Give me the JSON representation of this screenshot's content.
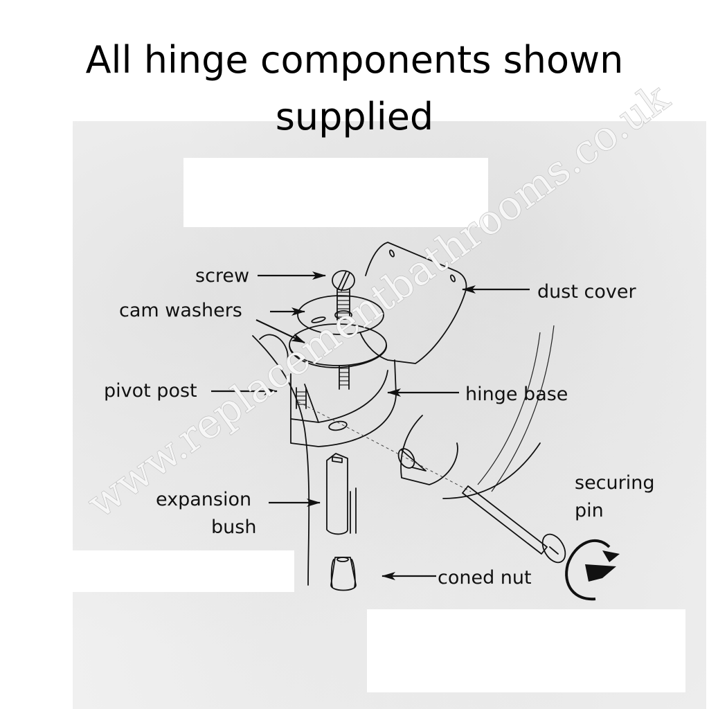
{
  "title": {
    "line1": "All hinge components shown",
    "line2": "supplied"
  },
  "labels": {
    "screw": "screw",
    "cam_washers": "cam washers",
    "pivot_post": "pivot post",
    "expansion_bush_line1": "expansion",
    "expansion_bush_line2": "bush",
    "dust_cover": "dust cover",
    "hinge_base": "hinge base",
    "securing_pin_line1": "securing",
    "securing_pin_line2": "pin",
    "coned_nut": "coned nut"
  },
  "watermark": "www.replacementbathrooms.co.uk",
  "icons": {
    "rotation": "clockwise-rotate-arrow-icon"
  }
}
